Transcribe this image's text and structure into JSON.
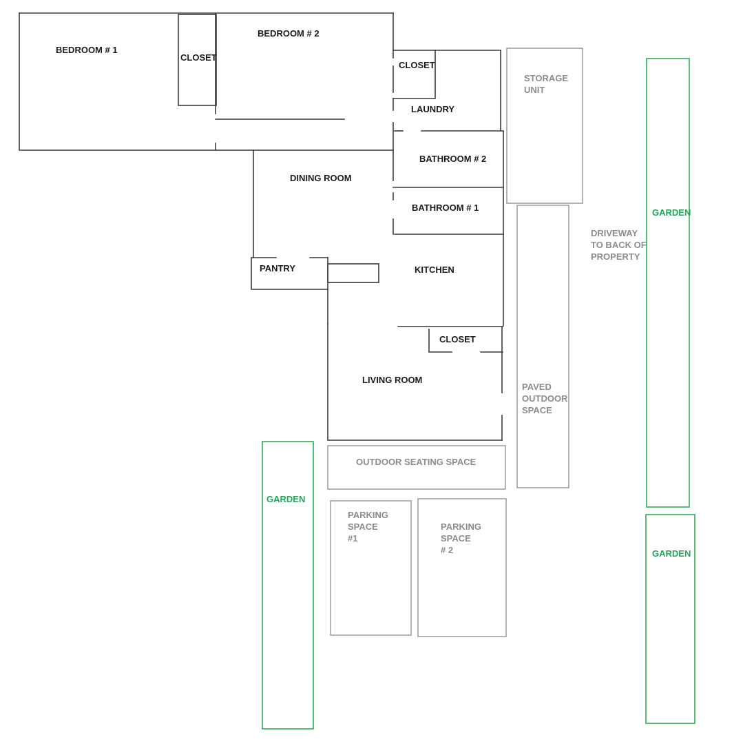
{
  "rooms": {
    "bedroom1": "BEDROOM # 1",
    "bedroom2": "BEDROOM # 2",
    "closet_bedrooms": "CLOSET",
    "closet_laundry": "CLOSET",
    "laundry": "LAUNDRY",
    "bathroom2": "BATHROOM # 2",
    "bathroom1": "BATHROOM # 1",
    "dining_room": "DINING ROOM",
    "pantry": "PANTRY",
    "kitchen": "KITCHEN",
    "closet_living": "CLOSET",
    "living_room": "LIVING ROOM"
  },
  "outdoor": {
    "storage_unit": "STORAGE\nUNIT",
    "driveway": "DRIVEWAY\nTO BACK OF\nPROPERTY",
    "paved_outdoor_space": "PAVED\nOUTDOOR\nSPACE",
    "outdoor_seating_space": "OUTDOOR SEATING SPACE",
    "parking_space_1": "PARKING\nSPACE\n#1",
    "parking_space_2": "PARKING\nSPACE\n# 2"
  },
  "gardens": {
    "left": "GARDEN",
    "right_top": "GARDEN",
    "right_bottom": "GARDEN"
  },
  "colors": {
    "walls": "#3a3a3a",
    "outdoor_outline": "#9a9a9a",
    "garden_green": "#2ea85a"
  }
}
